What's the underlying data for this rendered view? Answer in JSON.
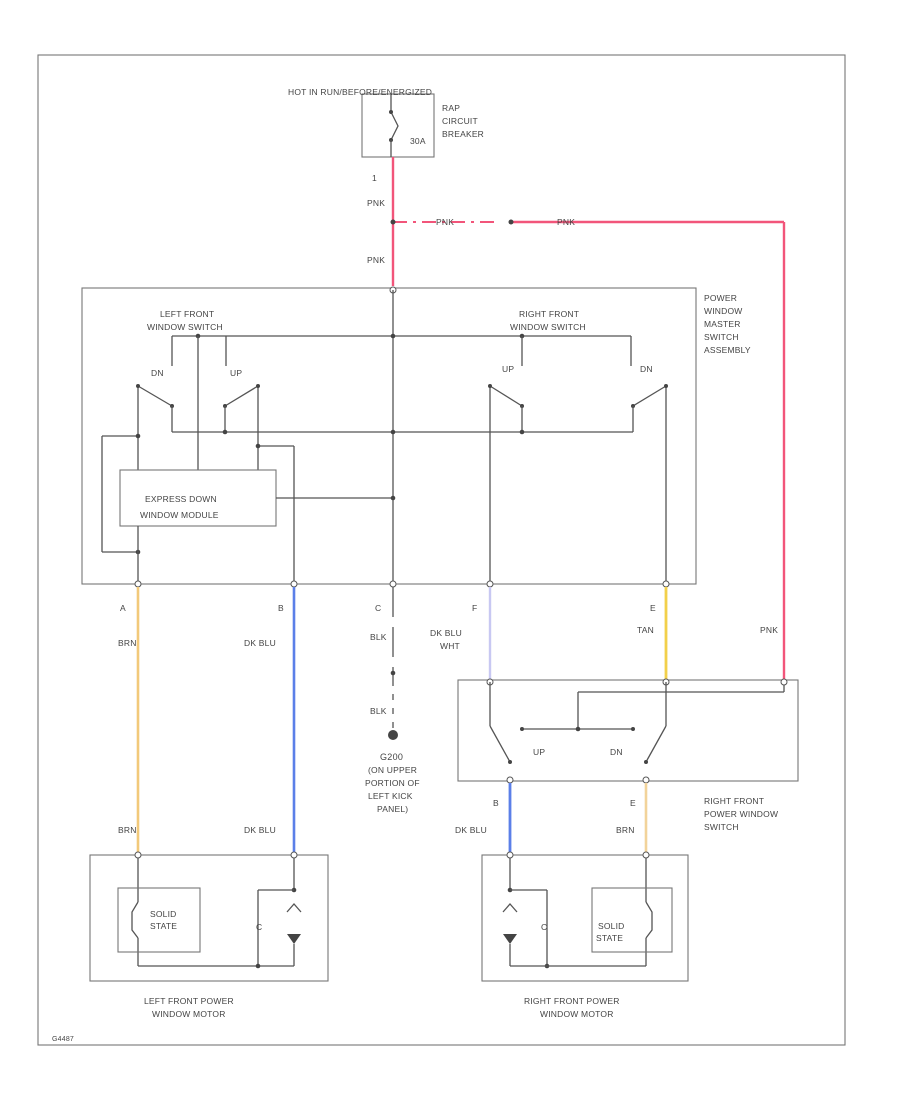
{
  "colors": {
    "pink": "#f2557a",
    "brown_tan": "#f2c97a",
    "dk_blue": "#5b7fe8",
    "dk_blu_wht": "#c8c8f2",
    "tan": "#f2d04a",
    "wire": "#555555"
  },
  "power": {
    "hot_label": "HOT IN RUN/BEFORE/ENERGIZED",
    "breaker_label_1": "RAP",
    "breaker_label_2": "CIRCUIT",
    "breaker_label_3": "BREAKER",
    "breaker_amps": "30A",
    "pin": "1",
    "wire_pnk_1": "PNK",
    "wire_pnk_2": "PNK",
    "wire_pnk_3": "PNK",
    "wire_pnk_4": "PNK",
    "wire_pnk_5": "PNK"
  },
  "master": {
    "name_1": "POWER",
    "name_2": "WINDOW",
    "name_3": "MASTER",
    "name_4": "SWITCH",
    "name_5": "ASSEMBLY",
    "left_switch_1": "LEFT FRONT",
    "left_switch_2": "WINDOW SWITCH",
    "right_switch_1": "RIGHT FRONT",
    "right_switch_2": "WINDOW SWITCH",
    "dn_left": "DN",
    "up_left": "UP",
    "up_right": "UP",
    "dn_right": "DN",
    "module_1": "EXPRESS DOWN",
    "module_2": "WINDOW MODULE",
    "pin_a": "A",
    "pin_b": "B",
    "pin_c": "C",
    "pin_f": "F",
    "pin_e": "E"
  },
  "wires": {
    "brn_1": "BRN",
    "dk_blu_1": "DK BLU",
    "blk_1": "BLK",
    "blk_2": "BLK",
    "dk_blu_wht_1": "DK BLU",
    "dk_blu_wht_2": "WHT",
    "tan": "TAN",
    "brn_2": "BRN",
    "dk_blu_2": "DK BLU",
    "dk_blu_3": "DK BLU",
    "brn_3": "BRN"
  },
  "ground": {
    "id": "G200",
    "line_1": "(ON UPPER",
    "line_2": "PORTION OF",
    "line_3": "LEFT KICK",
    "line_4": "PANEL)"
  },
  "right_switch": {
    "up": "UP",
    "dn": "DN",
    "pin_b": "B",
    "pin_e": "E",
    "name_1": "RIGHT FRONT",
    "name_2": "POWER WINDOW",
    "name_3": "SWITCH"
  },
  "left_motor": {
    "solid_1": "SOLID",
    "solid_2": "STATE",
    "name_1": "LEFT FRONT POWER",
    "name_2": "WINDOW MOTOR"
  },
  "right_motor": {
    "solid_1": "SOLID",
    "solid_2": "STATE",
    "name_1": "RIGHT FRONT POWER",
    "name_2": "WINDOW MOTOR"
  },
  "footer": {
    "code": "G4487"
  }
}
